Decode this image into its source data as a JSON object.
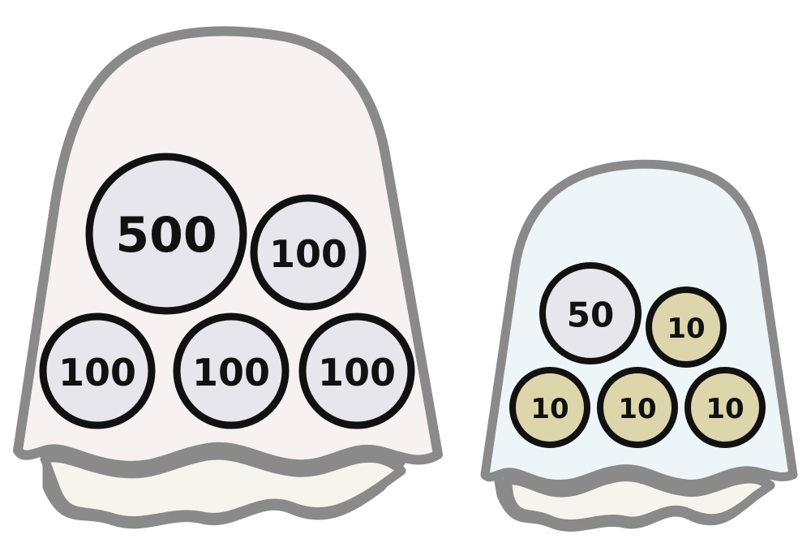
{
  "colors": {
    "outline": "#8a8a8a",
    "coin_border": "#111111",
    "silver_coin_fill": "#e6e6ec",
    "bronze_coin_fill": "#ddd5ac",
    "bag_large_fill": "#f7f1f2",
    "bag_small_fill": "#eef5f9",
    "lining_fill": "#f6f4ec"
  },
  "bags": [
    {
      "name": "large-bag",
      "coins": [
        {
          "label": "500",
          "kind": "silver"
        },
        {
          "label": "100",
          "kind": "silver"
        },
        {
          "label": "100",
          "kind": "silver"
        },
        {
          "label": "100",
          "kind": "silver"
        },
        {
          "label": "100",
          "kind": "silver"
        }
      ]
    },
    {
      "name": "small-bag",
      "coins": [
        {
          "label": "50",
          "kind": "silver"
        },
        {
          "label": "10",
          "kind": "bronze"
        },
        {
          "label": "10",
          "kind": "bronze"
        },
        {
          "label": "10",
          "kind": "bronze"
        },
        {
          "label": "10",
          "kind": "bronze"
        }
      ]
    }
  ]
}
